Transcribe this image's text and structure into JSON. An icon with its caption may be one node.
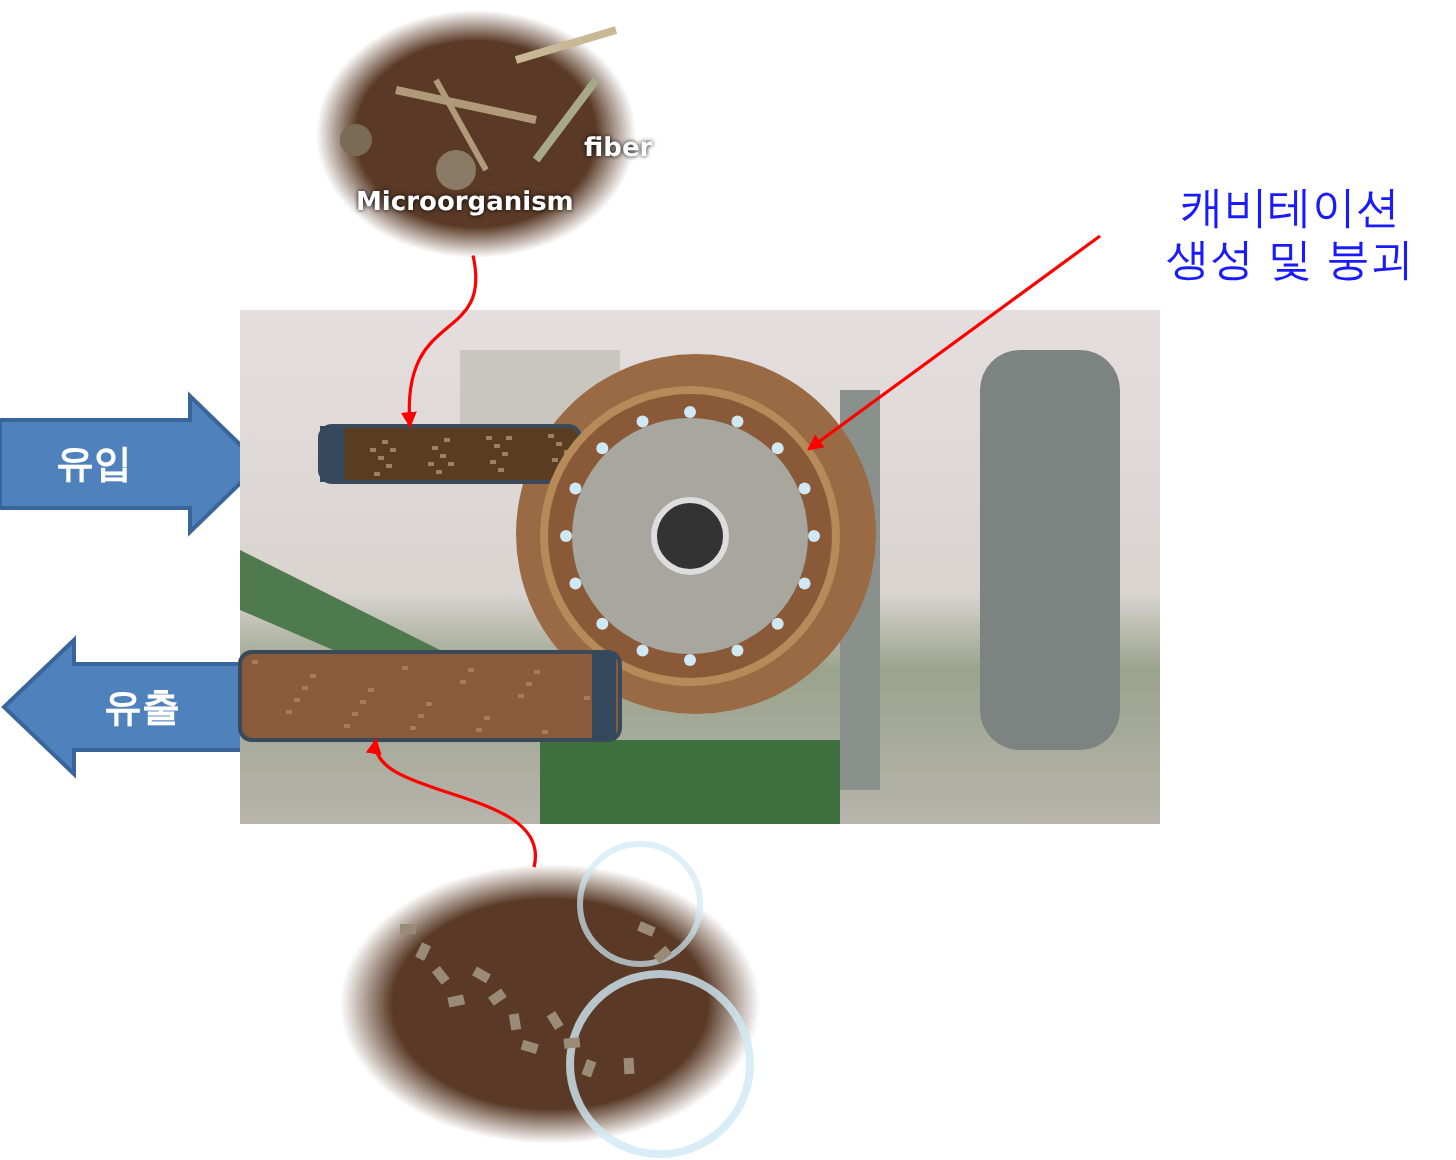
{
  "diagram": {
    "nodes": [
      {
        "text": [
          "fiber",
          "Microorganism"
        ]
      },
      {
        "text": [
          "캐비테이션 생성 및 붕괴"
        ]
      },
      {
        "text": [
          "유입"
        ]
      },
      {
        "text": [
          "유출"
        ]
      },
      {
        "text": [],
        "shape": "picture"
      },
      {
        "text": [],
        "shape": "picture",
        "in": 4
      },
      {
        "text": [],
        "shape": "picture",
        "in": 4
      },
      {
        "text": [],
        "shape": "picture",
        "in": 4
      },
      {
        "text": [],
        "shape": "picture"
      }
    ],
    "edges": [
      {
        "from": 0,
        "to": 5,
        "arrow": "to"
      },
      {
        "from": 1,
        "to": 6,
        "arrow": "to"
      },
      {
        "from": 8,
        "to": 7,
        "arrow": "to"
      }
    ]
  }
}
